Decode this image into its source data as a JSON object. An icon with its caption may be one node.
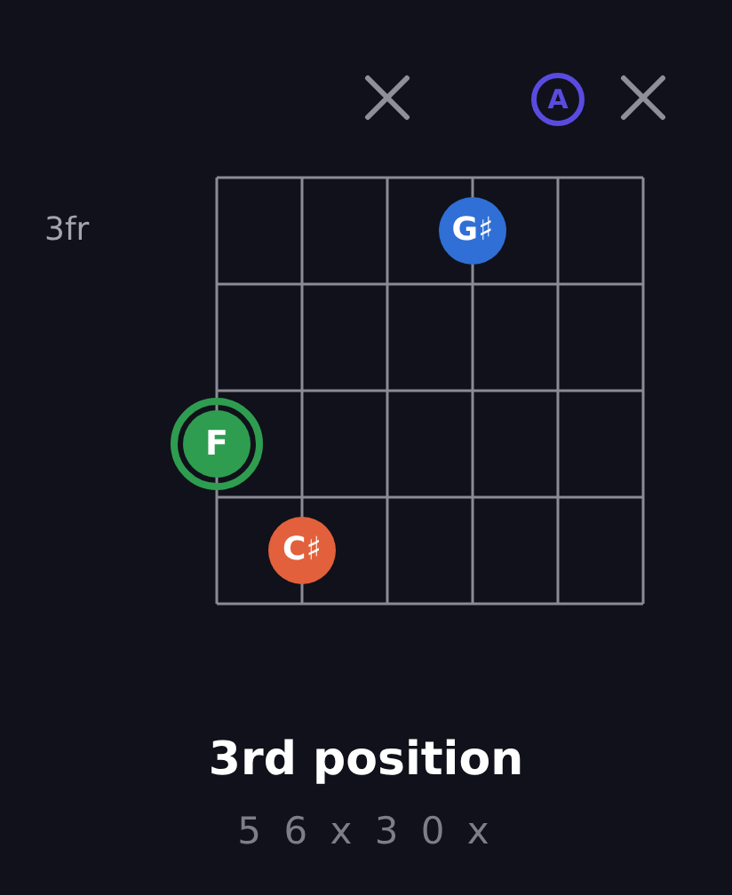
{
  "diagram": {
    "title": "3rd position",
    "caption": "5 6 x 3 0 x",
    "nodes": [
      {
        "text": [
          "A"
        ]
      },
      {
        "text": [
          "G♯"
        ]
      },
      {
        "text": [
          "F"
        ]
      },
      {
        "text": [
          "C♯"
        ]
      }
    ],
    "labels": [
      "3fr"
    ]
  }
}
